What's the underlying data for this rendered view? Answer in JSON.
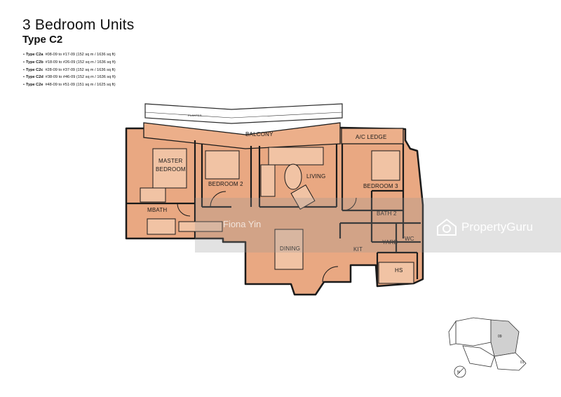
{
  "header": {
    "title": "3 Bedroom Units",
    "subtitle": "Type C2"
  },
  "unit_types": [
    {
      "code": "Type C2a",
      "detail": "#08-09 to #17-09 (152 sq m / 1636 sq ft)"
    },
    {
      "code": "Type C2b",
      "detail": "#18-09 to #26-09 (152 sq m / 1636 sq ft)"
    },
    {
      "code": "Type C2c",
      "detail": "#28-09 to #37-09 (152 sq m / 1636 sq ft)"
    },
    {
      "code": "Type C2d",
      "detail": "#38-09 to #46-09 (152 sq m / 1636 sq ft)"
    },
    {
      "code": "Type C2e",
      "detail": "#48-09 to #51-09 (151 sq m / 1625 sq ft)"
    }
  ],
  "plan": {
    "rooms": {
      "planter": "PLANTER",
      "balcony": "BALCONY",
      "ac_ledge": "A/C LEDGE",
      "master_bedroom_1": "MASTER",
      "master_bedroom_2": "BEDROOM",
      "bedroom_2": "BEDROOM 2",
      "living": "LIVING",
      "bedroom_3": "BEDROOM 3",
      "mbath": "MBATH",
      "bath_2": "BATH 2",
      "dining": "DINING",
      "yard": "YARD",
      "wc": "WC",
      "kit": "KIT",
      "hs": "HS"
    },
    "colors": {
      "floor": "#e9a882",
      "wall": "#1a1a1a",
      "outline": "#2a2a2a"
    }
  },
  "watermark": {
    "agent_name": "Fiona Yin",
    "brand": "PropertyGuru",
    "brand_color": "#ffffff"
  },
  "keyplan": {
    "unit_label": "09",
    "ref_label": "01",
    "compass_label": "N"
  }
}
